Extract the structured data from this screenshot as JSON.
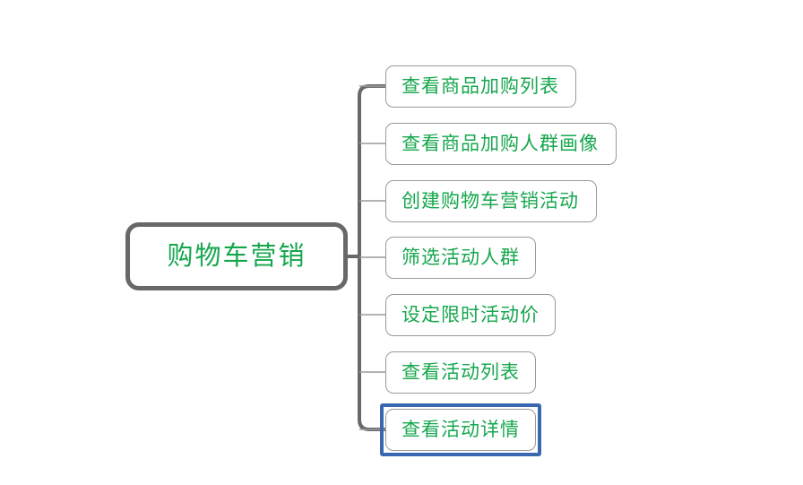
{
  "diagram": {
    "type": "mind-map",
    "orientation": "left-to-right",
    "background_color": "#ffffff",
    "text_color": "#16a74e",
    "trunk_color": "#686868",
    "branch_color": "#9a9a9a",
    "node_border_color": "#9a9a9a",
    "selection_color": "#3a68b0",
    "root": {
      "label": "购物车营销"
    },
    "children": [
      {
        "label": "查看商品加购列表",
        "selected": false
      },
      {
        "label": "查看商品加购人群画像",
        "selected": false
      },
      {
        "label": "创建购物车营销活动",
        "selected": false
      },
      {
        "label": "筛选活动人群",
        "selected": false
      },
      {
        "label": "设定限时活动价",
        "selected": false
      },
      {
        "label": "查看活动列表",
        "selected": false
      },
      {
        "label": "查看活动详情",
        "selected": true
      }
    ]
  }
}
